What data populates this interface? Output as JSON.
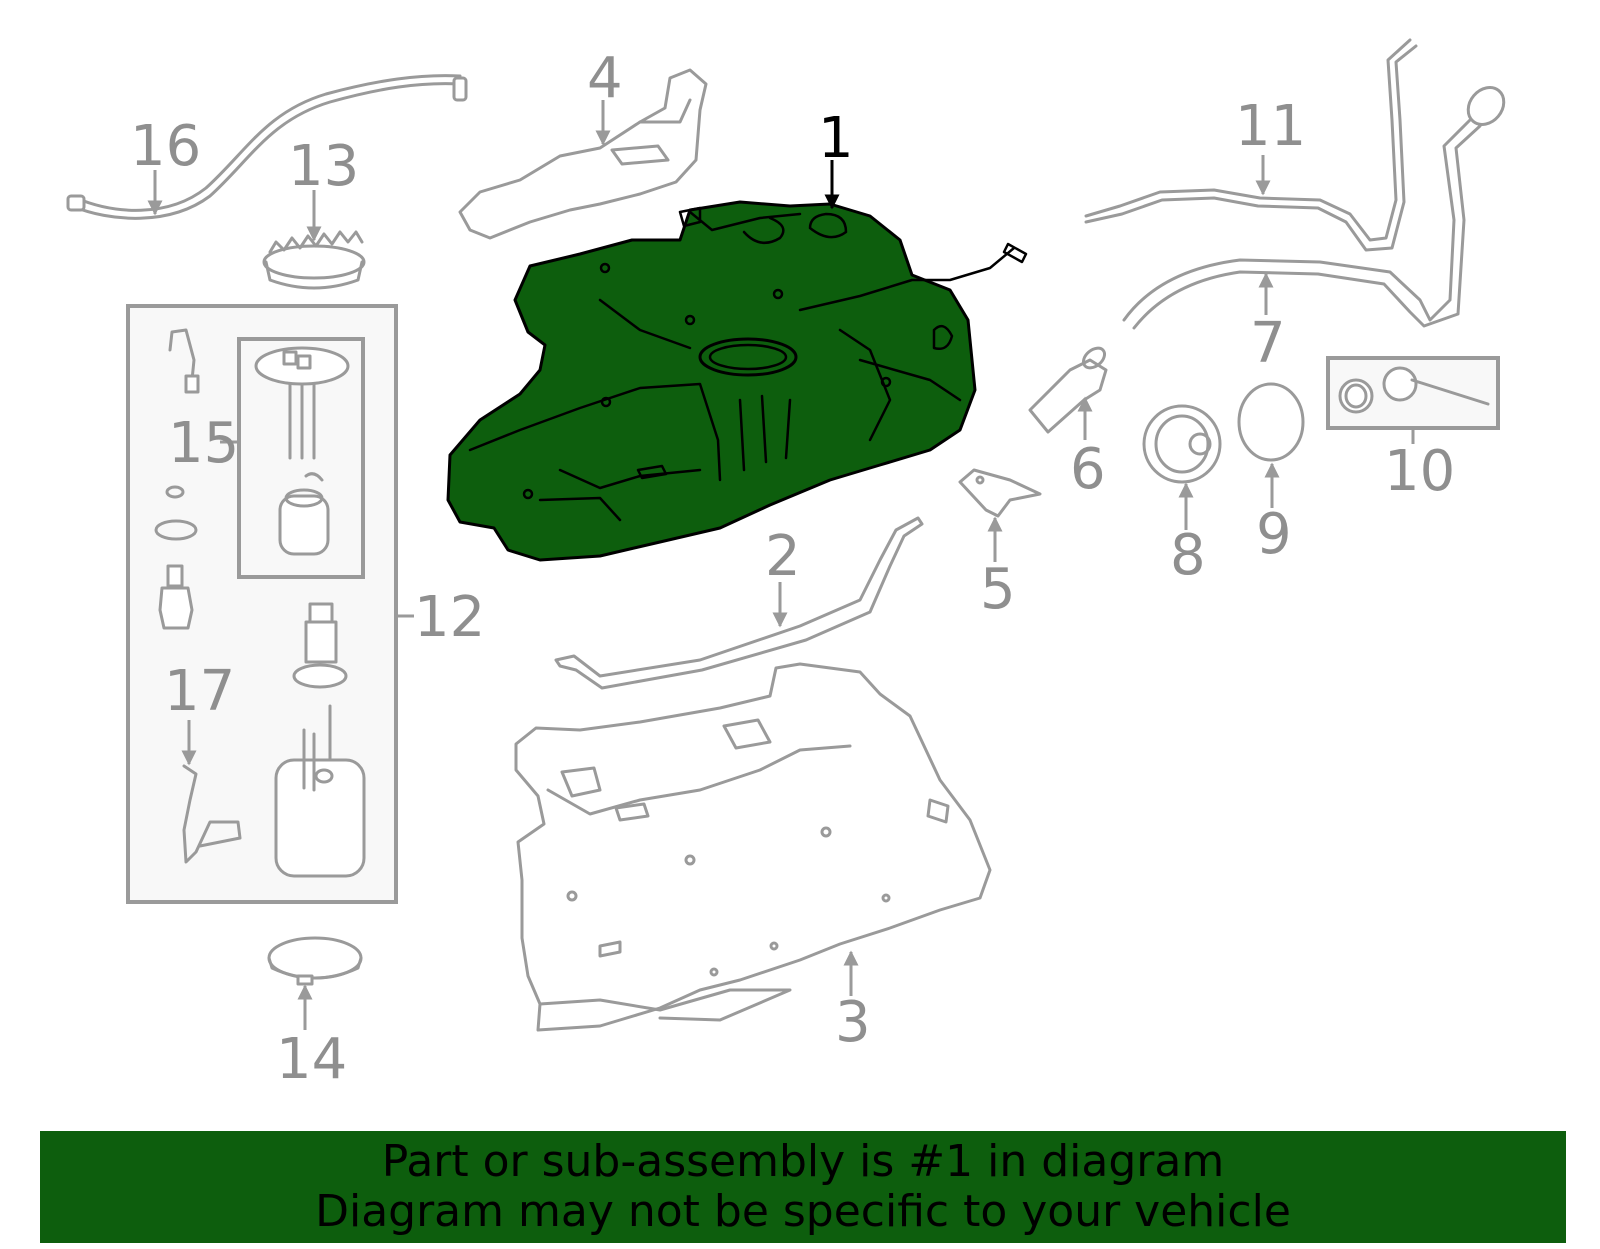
{
  "diagram": {
    "highlight_color": "#0d5e0d",
    "line_color": "#9a9a9a",
    "callouts": {
      "c1": "1",
      "c2": "2",
      "c3": "3",
      "c4": "4",
      "c5": "5",
      "c6": "6",
      "c7": "7",
      "c8": "8",
      "c9": "9",
      "c10": "10",
      "c11": "11",
      "c12": "12",
      "c13": "13",
      "c14": "14",
      "c15": "15",
      "c16": "16",
      "c17": "17"
    }
  },
  "footer": {
    "line1": "Part or sub-assembly is #1 in diagram",
    "line2": "Diagram may not be specific to your vehicle"
  }
}
